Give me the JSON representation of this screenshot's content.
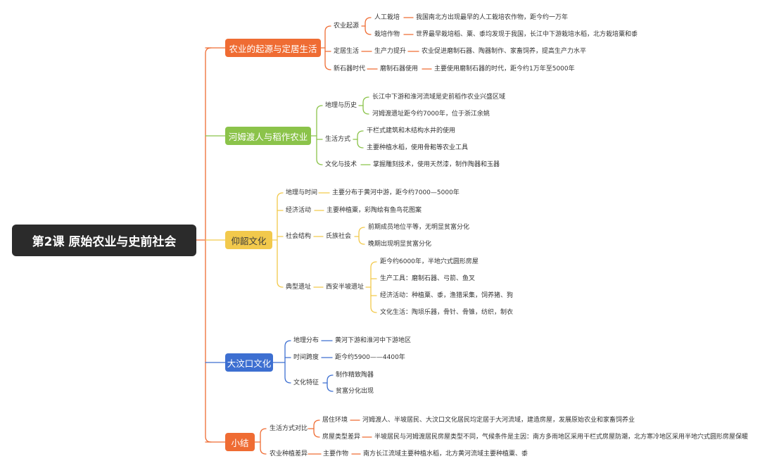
{
  "colors": {
    "orange": "#ef6c33",
    "green": "#8bc34a",
    "yellow": "#f2c94c",
    "blue": "#3d6fd1",
    "root": "#2b2b2b"
  },
  "root": "第2课  原始农业与史前社会",
  "s1": {
    "title": "农业的起源与定居生活",
    "a": "农业起源",
    "a1": "人工栽培",
    "a1d": "我国南北方出现最早的人工栽培农作物，距今约一万年",
    "a2": "栽培作物",
    "a2d": "世界最早栽培稻、粟、黍均发现于我国，长江中下游栽培水稻，北方栽培粟和黍",
    "b": "定居生活",
    "b1": "生产力提升",
    "b1d": "农业促进磨制石器、陶器制作、家畜饲养，提高生产力水平",
    "c": "新石器时代",
    "c1": "磨制石器使用",
    "c1d": "主要使用磨制石器的时代，距今约1万年至5000年"
  },
  "s2": {
    "title": "河姆渡人与稻作农业",
    "a": "地理与历史",
    "a1": "长江中下游和淮河流域是史前稻作农业兴盛区域",
    "a2": "河姆渡遗址距今约7000年，位于浙江余姚",
    "b": "生活方式",
    "b1": "干栏式建筑和木结构水井的使用",
    "b2": "主要种植水稻，使用骨耜等农业工具",
    "c": "文化与技术",
    "c1": "掌握雕刻技术，使用天然漆，制作陶器和玉器"
  },
  "s3": {
    "title": "仰韶文化",
    "a": "地理与时间",
    "a1": "主要分布于黄河中游，距今约7000—5000年",
    "b": "经济活动",
    "b1": "主要种植粟，彩陶绘有鱼鸟花图案",
    "c": "社会结构",
    "c1": "氏族社会",
    "c1a": "前期成员地位平等，无明显贫富分化",
    "c1b": "晚期出现明显贫富分化",
    "d": "典型遗址",
    "d1": "西安半坡遗址",
    "d1a": "距今约6000年，半地穴式圆形房屋",
    "d1b": "生产工具：磨制石器、弓箭、鱼叉",
    "d1c": "经济活动：种植粟、黍，渔猎采集，饲养猪、狗",
    "d1d": "文化生活：陶埙乐器，骨针、骨锥，纺织，制衣"
  },
  "s4": {
    "title": "大汶口文化",
    "a": "地理分布",
    "a1": "黄河下游和淮河中下游地区",
    "b": "时间跨度",
    "b1": "距今约5900——4400年",
    "c": "文化特征",
    "c1": "制作精致陶器",
    "c2": "贫富分化出现"
  },
  "s5": {
    "title": "小结",
    "a": "生活方式对比",
    "a1": "居住环境",
    "a1d": "河姆渡人、半坡居民、大汶口文化居民均定居于大河流域，建造房屋，发展原始农业和家畜饲养业",
    "a2": "房屋类型差异",
    "a2d": "半坡居民与河姆渡居民房屋类型不同，气候条件是主因：南方多雨地区采用干栏式房屋防潮，北方寒冷地区采用半地穴式圆形房屋保暖",
    "b": "农业种植差异",
    "b1": "主要作物",
    "b1d": "南方长江流域主要种植水稻，北方黄河流域主要种植粟、黍"
  }
}
